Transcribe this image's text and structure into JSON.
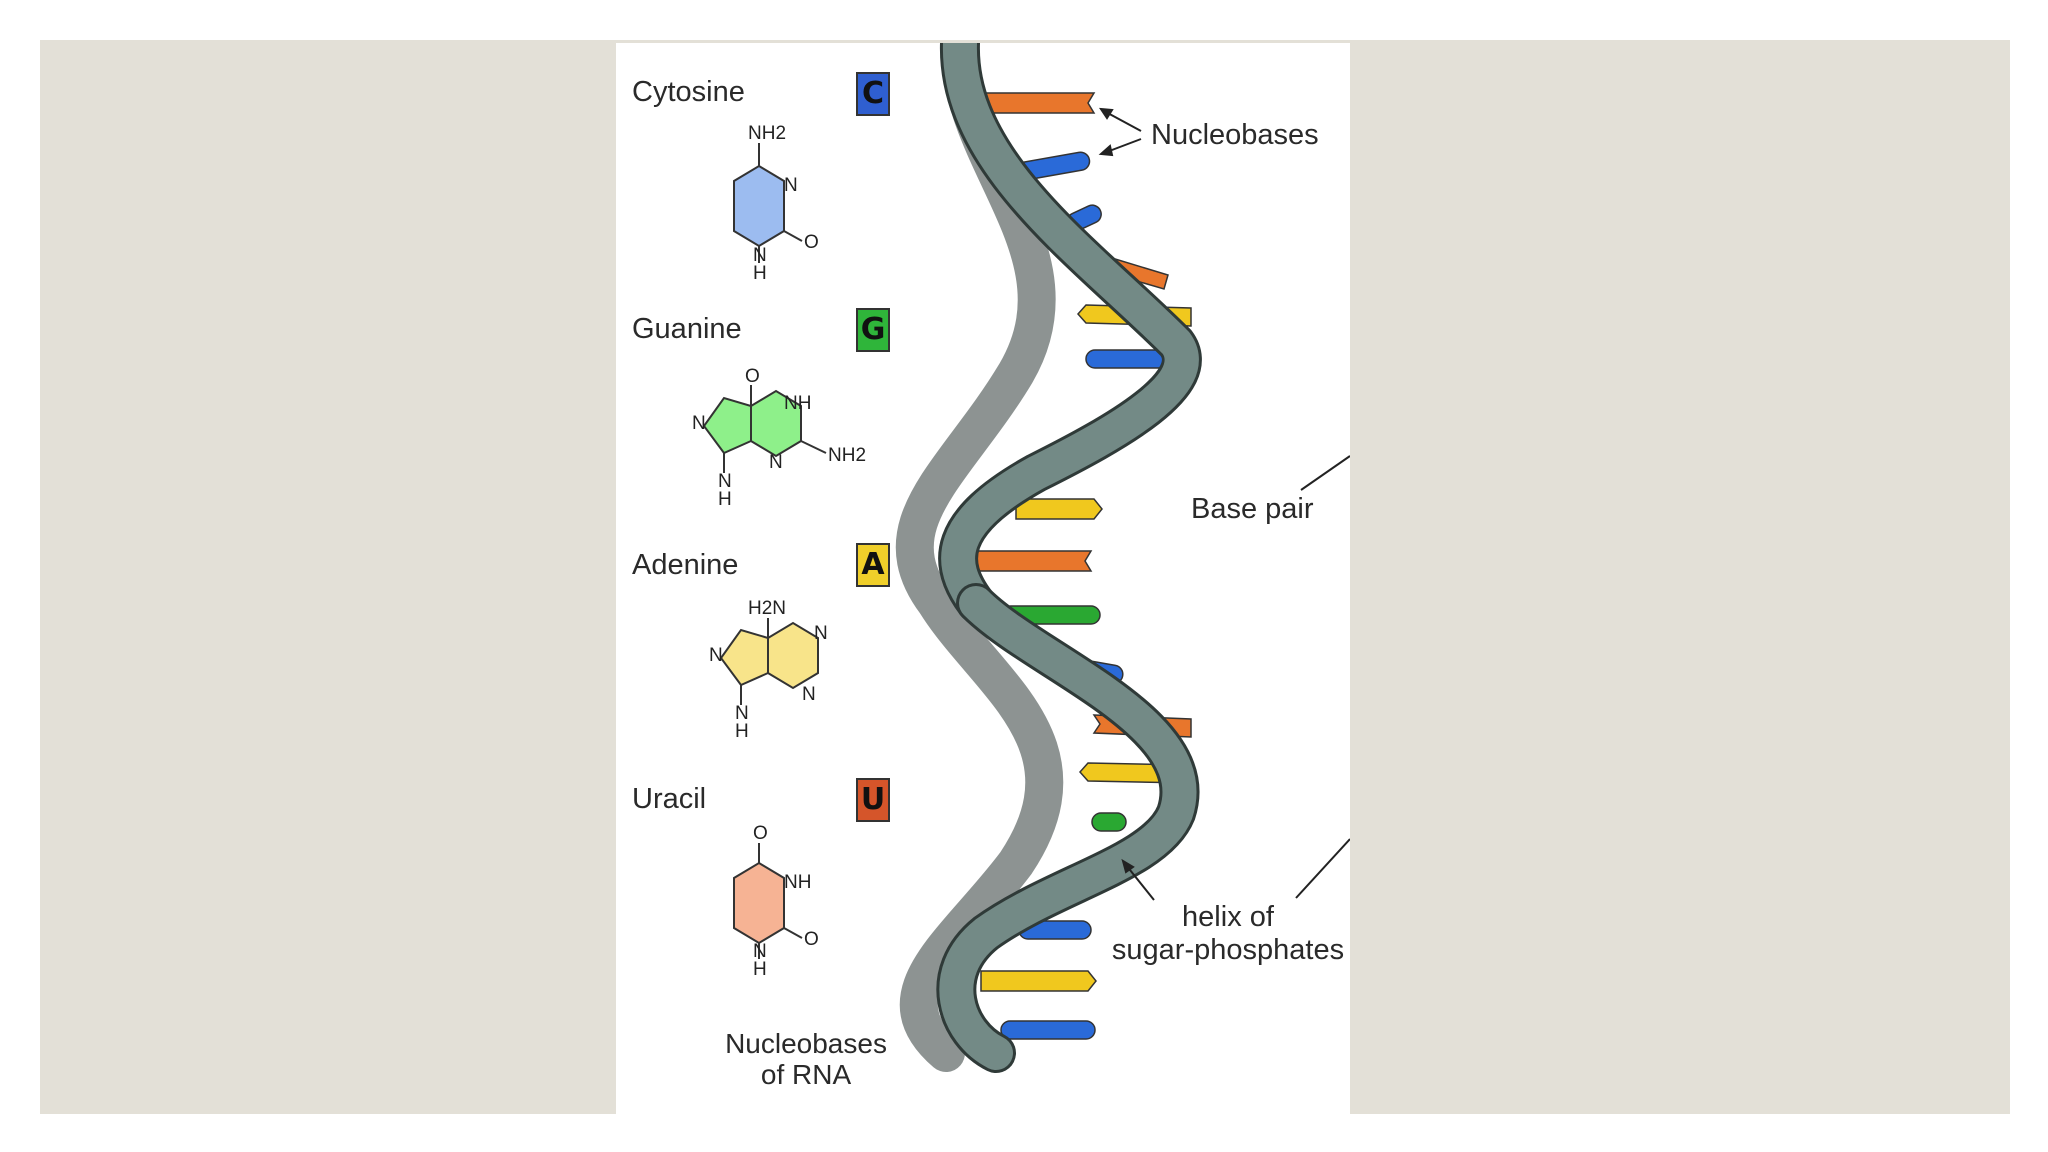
{
  "nucleobases": [
    {
      "name": "Cytosine",
      "letter": "C",
      "color": "#2f5fd0",
      "ring_color": "#9cbcf0"
    },
    {
      "name": "Guanine",
      "letter": "G",
      "color": "#2fb53a",
      "ring_color": "#8ef08a"
    },
    {
      "name": "Adenine",
      "letter": "A",
      "color": "#f0cf2a",
      "ring_color": "#f8e48a"
    },
    {
      "name": "Uracil",
      "letter": "U",
      "color": "#d5552a",
      "ring_color": "#f6b394"
    }
  ],
  "atoms": {
    "cytosine": {
      "top": "NH2",
      "n_right": "N",
      "o_right": "O",
      "nh_bottom": "H",
      "n_bottom": "N"
    },
    "guanine": {
      "o_top": "O",
      "nh_right": "NH",
      "nh2": "NH2",
      "n_left": "N",
      "n_mid": "N",
      "nh_bottom": "H",
      "n_bottom": "N"
    },
    "adenine": {
      "h2n": "H2N",
      "n_right_top": "N",
      "n_right_bottom": "N",
      "n_left": "N",
      "nh_bottom": "H",
      "n_bottom": "N"
    },
    "uracil": {
      "o_top": "O",
      "nh_right": "NH",
      "o_right": "O",
      "nh_bottom": "H",
      "n_bottom": "N"
    }
  },
  "caption": {
    "line1": "Nucleobases",
    "line2": "of RNA"
  },
  "labels": {
    "nucleobases": "Nucleobases",
    "base_pair": "Base pair",
    "helix_line1": "helix of",
    "helix_line2": "sugar-phosphates"
  },
  "colors": {
    "slide_bg": "#e3e0d7",
    "backbone": "#738a86",
    "backbone_outline": "#2f3a38",
    "orange": "#e8762c",
    "blue": "#2a6ad8",
    "yellow": "#f0c81e",
    "green": "#2aa832"
  }
}
